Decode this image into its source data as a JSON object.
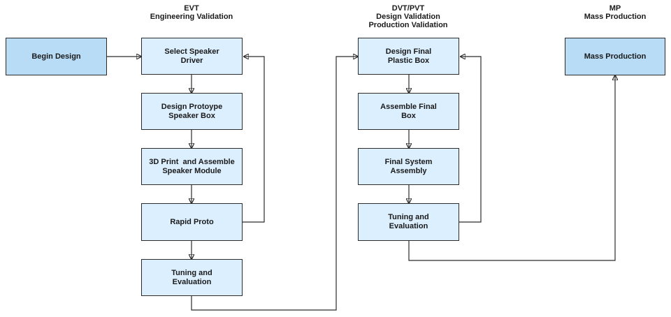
{
  "headers": {
    "evt": {
      "line1": "EVT",
      "line2": "Engineering Validation"
    },
    "dvt": {
      "line1": "DVT/PVT",
      "line2": "Design Validation",
      "line3": "Production Validation"
    },
    "mp": {
      "line1": "MP",
      "line2": "Mass Production"
    }
  },
  "boxes": {
    "begin_design": "Begin Design",
    "evt_select_driver": [
      "Select Speaker",
      "Driver"
    ],
    "evt_design_prototype": [
      "Design Protoype",
      "Speaker Box"
    ],
    "evt_3d_print": [
      "3D Print  and Assemble",
      "Speaker Module"
    ],
    "evt_rapid_proto": "Rapid Proto",
    "evt_tuning": [
      "Tuning and",
      "Evaluation"
    ],
    "dvt_design_final_box": [
      "Design Final",
      "Plastic Box"
    ],
    "dvt_assemble_final_box": [
      "Assemble Final",
      "Box"
    ],
    "dvt_final_system_assembly": [
      "Final System",
      "Assembly"
    ],
    "dvt_tuning": [
      "Tuning and",
      "Evaluation"
    ],
    "mass_production": "Mass Production"
  },
  "colors": {
    "box_fill": "#dcefff",
    "box_fill_strong": "#b8dcf6",
    "stroke": "#2b2b2b"
  }
}
